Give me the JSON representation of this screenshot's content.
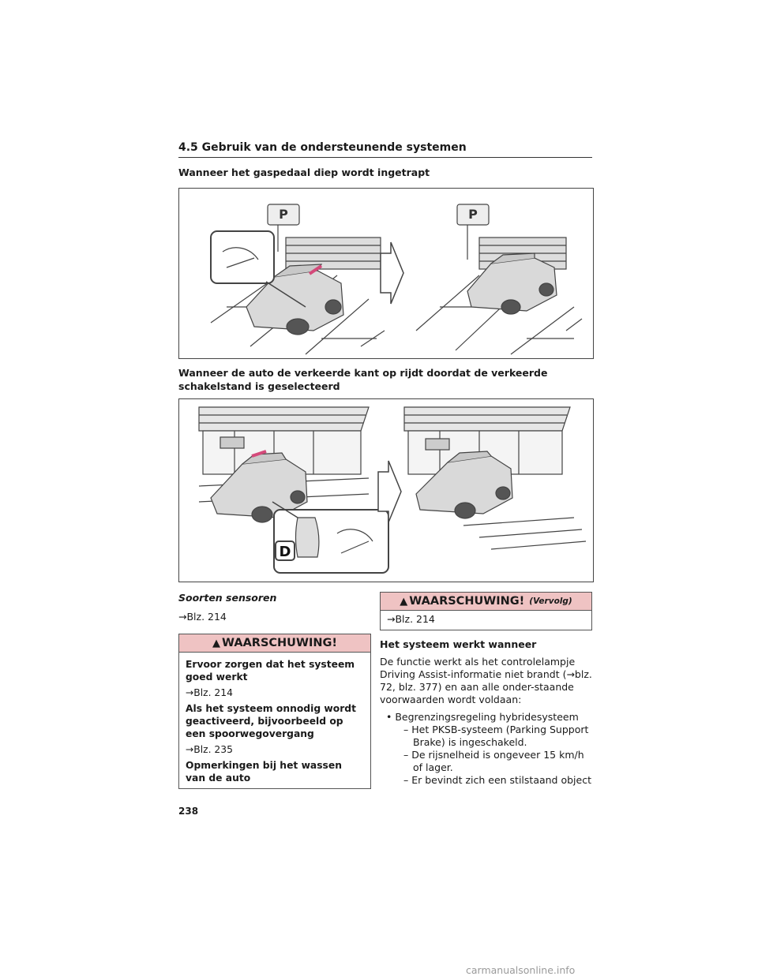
{
  "header": {
    "section_title": "4.5 Gebruik van de ondersteunende systemen"
  },
  "figure1": {
    "heading": "Wanneer het gaspedaal diep wordt ingetrapt",
    "parking_sign_letter": "P"
  },
  "figure2": {
    "heading": "Wanneer de auto de verkeerde kant op rijdt doordat de verkeerde schakelstand is geselecteerd",
    "shift_letter": "D"
  },
  "left_column": {
    "sensor_heading": "Soorten sensoren",
    "sensor_ref": "→Blz. 214",
    "warning": {
      "title": "WAARSCHUWING!",
      "items": [
        {
          "heading": "Ervoor zorgen dat het systeem goed werkt",
          "ref": "→Blz. 214"
        },
        {
          "heading": "Als het systeem onnodig wordt geactiveerd, bijvoorbeeld op een spoorwegovergang",
          "ref": "→Blz. 235"
        },
        {
          "heading": "Opmerkingen bij het wassen van de auto",
          "ref": ""
        }
      ]
    }
  },
  "right_column": {
    "warning_cont": {
      "title": "WAARSCHUWING!",
      "continued": "(Vervolg)",
      "ref": "→Blz. 214"
    },
    "works_heading": "Het systeem werkt wanneer",
    "works_text": "De functie werkt als het controlelampje Driving Assist-informatie niet brandt (→blz. 72, blz. 377) en aan alle onder-staande voorwaarden wordt voldaan:",
    "bullet": "• Begrenzingsregeling hybridesysteem",
    "dashes": [
      "– Het PKSB-systeem (Parking Support Brake) is ingeschakeld.",
      "– De rijsnelheid is ongeveer 15 km/h of lager.",
      "– Er bevindt zich een stilstaand object"
    ]
  },
  "footer": {
    "page_number": "238",
    "watermark": "carmanualsonline.info"
  }
}
